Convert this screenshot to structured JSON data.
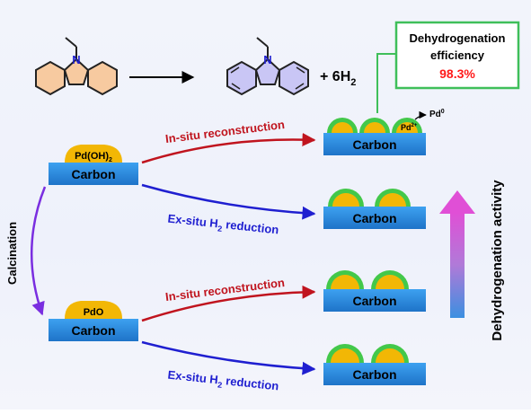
{
  "molecule": {
    "nitrogen_reactant": "N",
    "nitrogen_product": "N",
    "hydrogen_prefix": "+ 6H",
    "hydrogen_sub": "2"
  },
  "efficiency_box": {
    "line1": "Dehydrogenation",
    "line2": "efficiency",
    "value": "98.3%"
  },
  "supports": {
    "carbon": "Carbon"
  },
  "species": {
    "pd_oh_main": "Pd(OH)",
    "pd_oh_sub": "2",
    "pdo": "PdO",
    "pd2_main": "Pd",
    "pd2_sup": "2+",
    "pd0_main": "Pd",
    "pd0_sup": "0"
  },
  "arrows": {
    "insitu": "In-situ reconstruction",
    "exsitu_main": "Ex-situ H",
    "exsitu_sub": "2",
    "exsitu_tail": " reduction",
    "calcination": "Calcination",
    "activity": "Dehydrogenation activity"
  },
  "colors": {
    "carbon_blue": "#2f8ee6",
    "gold": "#f2b705",
    "shell_green": "#43c84a",
    "red_arrow": "#c0141e",
    "blue_arrow": "#1f1fd0",
    "purple_arrow": "#7a2ee0",
    "box_border": "#3fbf5a",
    "value_red": "#ff1a1a"
  }
}
